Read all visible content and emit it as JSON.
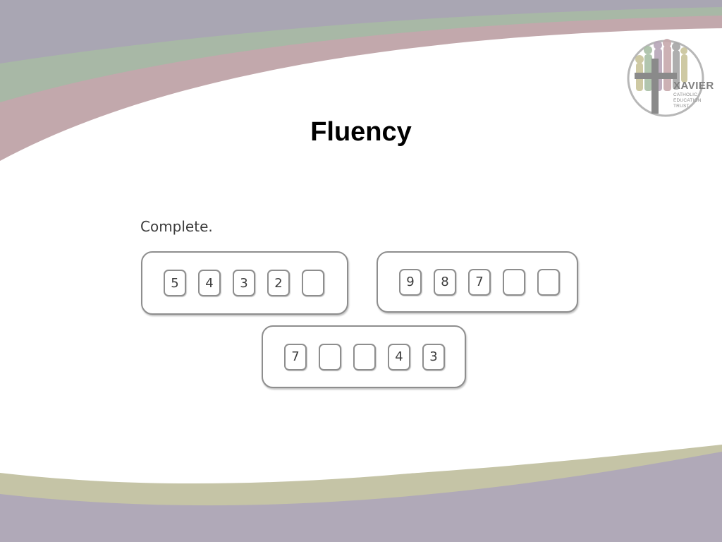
{
  "logo": {
    "name": "XAVIER",
    "subtitle_lines": [
      "CATHOLIC",
      "EDUCATION",
      "TRUST"
    ]
  },
  "title": "Fluency",
  "instruction": "Complete.",
  "sequences": [
    {
      "cells": [
        "5",
        "4",
        "3",
        "2",
        ""
      ]
    },
    {
      "cells": [
        "9",
        "8",
        "7",
        "",
        ""
      ]
    },
    {
      "cells": [
        "7",
        "",
        "",
        "4",
        "3"
      ]
    }
  ],
  "colors": {
    "band_grey": "#a9a6b3",
    "band_green": "#a8b8a6",
    "band_rose": "#c2a8ac",
    "band_olive": "#c5c4a6",
    "cell_border": "#8e8e8e",
    "text_dark": "#3c3c3c"
  }
}
